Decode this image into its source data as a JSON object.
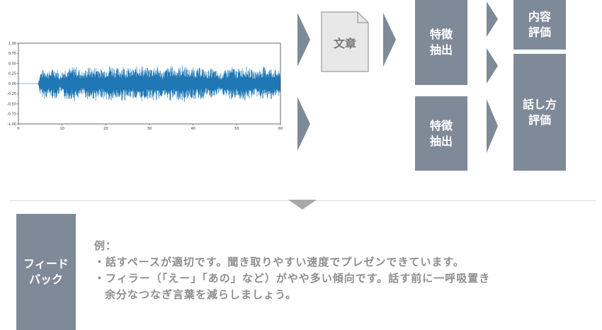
{
  "document": {
    "label": "文章",
    "fill": "#e8e8e8",
    "stroke": "#9a9a9a"
  },
  "boxes": {
    "feature_top": "特徴\n抽出",
    "feature_bottom": "特徴\n抽出",
    "content_eval": "内容\n評価",
    "speaking_eval": "話し方\n評価",
    "feedback": "フィード\nバック",
    "color": "#7f8a99"
  },
  "feedback": {
    "heading": "例：",
    "bullet1": "・話すペースが適切です。聞き取りやすい速度でプレゼンできています。",
    "bullet2_line1": "・フィラー（「えー」「あの」など）がやや多い傾向です。話す前に一呼吸置き",
    "bullet2_line2": "余分なつなぎ言葉を減らしましょう。"
  },
  "chart_data": {
    "type": "line",
    "title": "",
    "xlabel": "",
    "ylabel": "",
    "xlim": [
      0,
      60
    ],
    "ylim": [
      -1.0,
      1.0
    ],
    "x_ticks": [
      "0",
      "10",
      "20",
      "30",
      "40",
      "50",
      "60"
    ],
    "y_ticks": [
      "1.00",
      "0.75",
      "0.50",
      "0.25",
      "0.00",
      "-0.25",
      "-0.50",
      "-0.75",
      "-1.00"
    ],
    "grid": false,
    "series": [
      {
        "color": "#1f77b4",
        "x": [
          0,
          4.5,
          5,
          6,
          7,
          8,
          9,
          9.5,
          10,
          11,
          12,
          13,
          14,
          15,
          16,
          17,
          18,
          19,
          20,
          21,
          22,
          23,
          24,
          25,
          26,
          27,
          28,
          29,
          30,
          31,
          32,
          33,
          34,
          35,
          36,
          37,
          38,
          39,
          40,
          41,
          42,
          43,
          44,
          45,
          46,
          47,
          48,
          49,
          50,
          51,
          52,
          53,
          54,
          55,
          56,
          57,
          58,
          59,
          60
        ],
        "amplitude": [
          0,
          0,
          0.3,
          0.38,
          0.3,
          0.4,
          0.35,
          0.2,
          0.32,
          0.42,
          0.38,
          0.45,
          0.35,
          0.3,
          0.42,
          0.38,
          0.45,
          0.35,
          0.4,
          0.48,
          0.42,
          0.38,
          0.45,
          0.4,
          0.35,
          0.42,
          0.48,
          0.4,
          0.38,
          0.45,
          0.42,
          0.3,
          0.4,
          0.45,
          0.38,
          0.42,
          0.48,
          0.35,
          0.4,
          0.38,
          0.42,
          0.3,
          0.38,
          0.35,
          0.25,
          0.3,
          0.38,
          0.42,
          0.35,
          0.4,
          0.45,
          0.38,
          0.3,
          0.35,
          0.42,
          0.4,
          0.38,
          0.35,
          0.3
        ]
      }
    ]
  }
}
